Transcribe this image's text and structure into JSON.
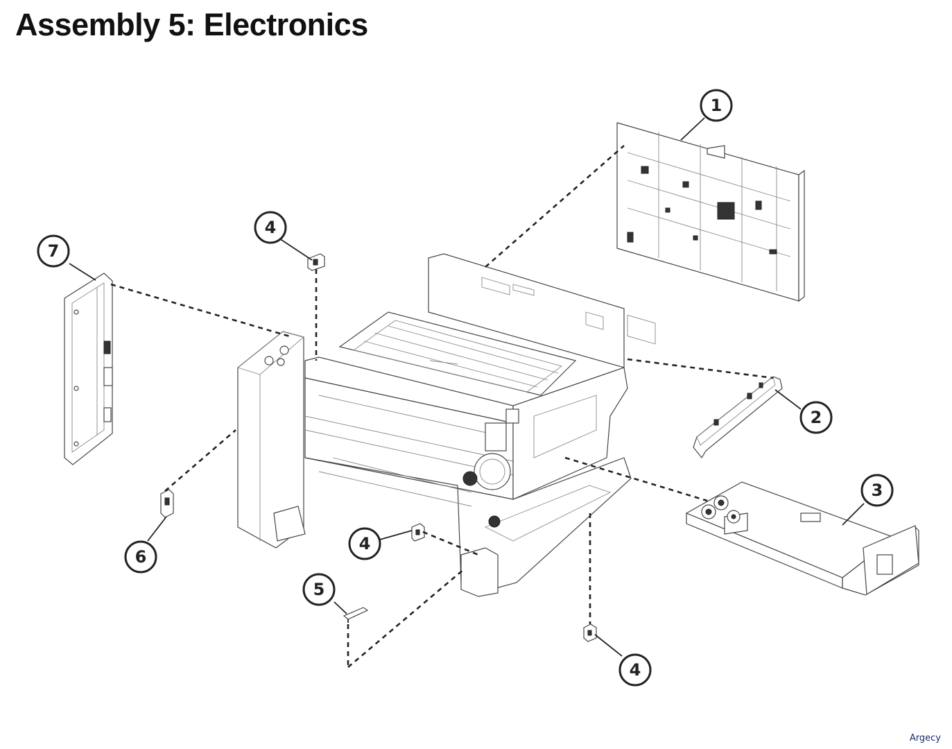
{
  "title": "Assembly 5: Electronics",
  "watermark": "Argecy",
  "callouts": [
    {
      "id": "callout-1",
      "number": "1"
    },
    {
      "id": "callout-2",
      "number": "2"
    },
    {
      "id": "callout-3",
      "number": "3"
    },
    {
      "id": "callout-4a",
      "number": "4"
    },
    {
      "id": "callout-4b",
      "number": "4"
    },
    {
      "id": "callout-4c",
      "number": "4"
    },
    {
      "id": "callout-5",
      "number": "5"
    },
    {
      "id": "callout-6",
      "number": "6"
    },
    {
      "id": "callout-7",
      "number": "7"
    }
  ]
}
